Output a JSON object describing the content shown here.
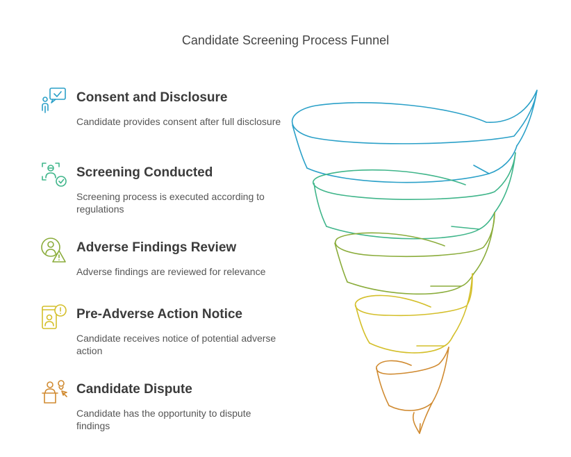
{
  "title": "Candidate Screening Process Funnel",
  "steps": [
    {
      "heading": "Consent and Disclosure",
      "description": "Candidate provides consent after full disclosure",
      "icon": "consent-chat-icon",
      "color": "#2aa0c8"
    },
    {
      "heading": "Screening Conducted",
      "description": "Screening process is executed according to regulations",
      "icon": "screening-check-icon",
      "color": "#3fb58a"
    },
    {
      "heading": "Adverse Findings Review",
      "description": "Adverse findings are reviewed for relevance",
      "icon": "warning-person-icon",
      "color": "#8aac3a"
    },
    {
      "heading": "Pre-Adverse Action Notice",
      "description": "Candidate receives notice of potential adverse action",
      "icon": "notice-alert-icon",
      "color": "#d4bf2a"
    },
    {
      "heading": "Candidate Dispute",
      "description": "Candidate has the opportunity to dispute findings",
      "icon": "dispute-podium-icon",
      "color": "#d08a30"
    }
  ]
}
